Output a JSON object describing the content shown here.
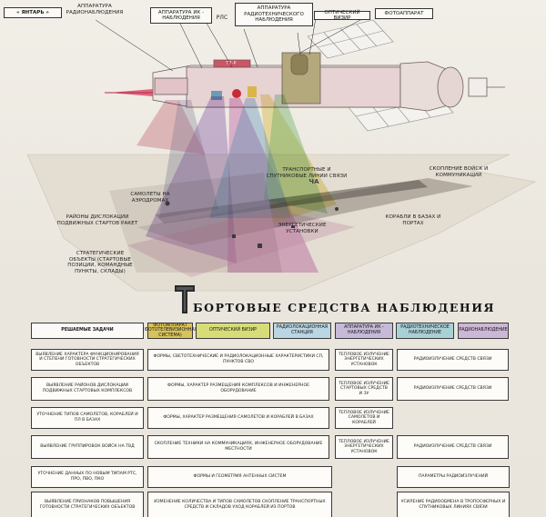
{
  "top_labels": {
    "yantar": "« ЯНТАРЬ »",
    "radio": "АППАРАТУРА РАДИОНАБЛЮДЕНИЯ",
    "ik": "АППАРАТУРА ИК - НАБЛЮДЕНИЯ",
    "rls": "РЛС",
    "rtn": "АППАРАТУРА РАДИОТЕХНИЧЕСКОГО НАБЛЮДЕНИЯ",
    "optical": "ОПТИЧЕСКИЙ ВИЗИР",
    "camera": "ФОТОАППАРАТ"
  },
  "satellite_marking": "Т7-Р",
  "ground_labels": {
    "transport": "ТРАНСПОРТНЫЕ И СПУТНИКОВЫЕ ЛИНИИ СВЯЗИ",
    "troops": "СКОПЛЕНИЕ ВОЙСК И КОММУНИКАЦИЙ",
    "aircraft": "САМОЛЕТЫ НА АЭРОДРОМАХ",
    "rockets": "РАЙОНЫ ДИСЛОКАЦИИ ПОДВИЖНЫХ СТАРТОВ РАКЕТ",
    "ships": "КОРАБЛИ В БАЗАХ И ПОРТАХ",
    "energy": "ЭНЕРГЕТИЧЕСКИЕ УСТАНОВКИ",
    "strategic": "СТРАТЕГИЧЕСКИЕ ОБЪЕКТЫ (СТАРТОВЫЕ ПОЗИЦИИ, КОМАНДНЫЕ ПУНКТЫ, СКЛАДЫ)"
  },
  "ground_marking": "ЧА",
  "table": {
    "title": "БОРТОВЫЕ СРЕДСТВА НАБЛЮДЕНИЯ",
    "task_header": "РЕШАЕМЫЕ ЗАДАЧИ",
    "headers": [
      "ФОТОАППАРАТ (ФОТОТЕЛЕВИЗИОННАЯ СИСТЕМА)",
      "ОПТИЧЕСКИЙ ВИЗИР",
      "РАДИОЛОКАЦИОННАЯ СТАНЦИЯ",
      "АППАРАТУРА ИК - НАБЛЮДЕНИЯ",
      "РАДИОТЕХНИЧЕСКОЕ НАБЛЮДЕНИЕ",
      "РАДИОНАБЛЮДЕНИЕ"
    ],
    "header_colors": [
      "#d8c25a",
      "#d7dc78",
      "#b9d6e2",
      "#c7bad8",
      "#a8d1d7",
      "#cdb7d6"
    ],
    "rows": [
      {
        "task": "ВЫЯВЛЕНИЕ ХАРАКТЕРА ФУНКЦИОНИРОВАНИЯ И СТЕПЕНИ ГОТОВНОСТИ СТРАТЕГИЧЕСКИХ ОБЪЕКТОВ",
        "optical": "ФОРМЫ, СВЕТОТЕХНИЧЕСКИЕ И РАДИОЛОКАЦИОННЫЕ ХАРАКТЕРИСТИКИ СП, ПУНКТОВ СВО",
        "ir": "ТЕПЛОВОЕ ИЗЛУЧЕНИЕ ЭНЕРГЕТИЧЕСКИХ УСТАНОВОК",
        "radio": "РАДИОИЗЛУЧЕНИЕ СРЕДСТВ СВЯЗИ"
      },
      {
        "task": "ВЫЯВЛЕНИЕ РАЙОНОВ ДИСЛОКАЦИИ ПОДВИЖНЫХ СТАРТОВЫХ КОМПЛЕКСОВ",
        "optical": "ФОРМЫ, ХАРАКТЕР РАЗМЕЩЕНИЯ КОМПЛЕКСОВ И ИНЖЕНЕРНОЕ ОБОРУДОВАНИЕ",
        "ir": "ТЕПЛОВОЕ ИЗЛУЧЕНИЕ СТАРТОВЫХ СРЕДСТВ И ЗУ",
        "radio": "РАДИОИЗЛУЧЕНИЕ СРЕДСТВ СВЯЗИ"
      },
      {
        "task": "УТОЧНЕНИЕ ТИПОВ САМОЛЕТОВ, КОРАБЛЕЙ И ПЛ В БАЗАХ",
        "optical": "ФОРМЫ, ХАРАКТЕР РАЗМЕЩЕНИЯ САМОЛЕТОВ И КОРАБЛЕЙ В БАЗАХ",
        "ir": "ТЕПЛОВОЕ ИЗЛУЧЕНИЕ САМОЛЕТОВ И КОРАБЛЕЙ",
        "radio": ""
      },
      {
        "task": "ВЫЯВЛЕНИЕ ГРУППИРОВОК ВОЙСК НА ТВД",
        "optical": "СКОПЛЕНИЕ ТЕХНИКИ НА КОММУНИКАЦИЯХ, ИНЖЕНЕРНОЕ ОБОРУДОВАНИЕ МЕСТНОСТИ",
        "ir": "ТЕПЛОВОЕ ИЗЛУЧЕНИЕ ЭНЕРГЕТИЧЕСКИХ УСТАНОВОК",
        "radio": "РАДИОИЗЛУЧЕНИЕ СРЕДСТВ СВЯЗИ"
      },
      {
        "task": "УТОЧНЕНИЕ ДАННЫХ ПО НОВЫМ ТИПАМ РТС, ПРО, ПВО, ПКО",
        "optical": "ФОРМЫ И ГЕОМЕТРИЯ АНТЕННЫХ СИСТЕМ",
        "ir": "",
        "radio": "ПАРАМЕТРЫ РАДИОИЗЛУЧЕНИЙ"
      },
      {
        "task": "ВЫЯВЛЕНИЕ ПРИЗНАКОВ ПОВЫШЕНИЯ ГОТОВНОСТИ СТРАТЕГИЧЕСКИХ ОБЪЕКТОВ",
        "optical": "ИЗМЕНЕНИЕ КОЛИЧЕСТВА И ТИПОВ САМОЛЕТОВ СКОПЛЕНИЕ ТРАНСПОРТНЫХ СРЕДСТВ И СКЛАДОВ УХОД КОРАБЛЕЙ ИЗ ПОРТОВ",
        "ir": "",
        "radio": "УСИЛЕНИЕ РАДИООБМЕНА В ТРОПОСФЕРНЫХ И СПУТНИКОВЫХ ЛИНИЯХ СВЯЗИ"
      }
    ]
  }
}
